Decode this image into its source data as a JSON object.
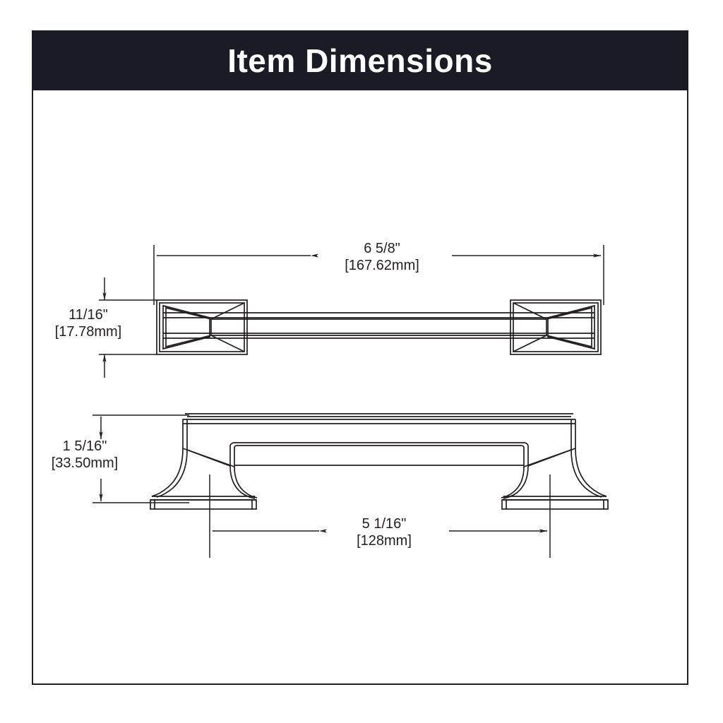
{
  "header": {
    "title": "Item Dimensions"
  },
  "colors": {
    "header_background": "#1b1b26",
    "header_text": "#ffffff",
    "line": "#231f20",
    "page_background": "#ffffff"
  },
  "drawing": {
    "description": "Technical dimension drawing of a cabinet bar pull handle, top view and side elevation view",
    "views": [
      {
        "name": "top-view",
        "label": ""
      },
      {
        "name": "side-view",
        "label": ""
      }
    ]
  },
  "dimensions": {
    "overall_length": {
      "name": "overall-length",
      "imperial": "6 5/8\"",
      "metric": "[167.62mm]",
      "orientation": "horizontal",
      "view": "top-view"
    },
    "bar_width": {
      "name": "bar-width",
      "imperial": "11/16\"",
      "metric": "[17.78mm]",
      "orientation": "vertical",
      "view": "top-view"
    },
    "projection_height": {
      "name": "projection-height",
      "imperial": "1 5/16\"",
      "metric": "[33.50mm]",
      "orientation": "vertical",
      "view": "side-view"
    },
    "center_to_center": {
      "name": "center-to-center",
      "imperial": "5 1/16\"",
      "metric": "[128mm]",
      "orientation": "horizontal",
      "view": "side-view"
    }
  }
}
